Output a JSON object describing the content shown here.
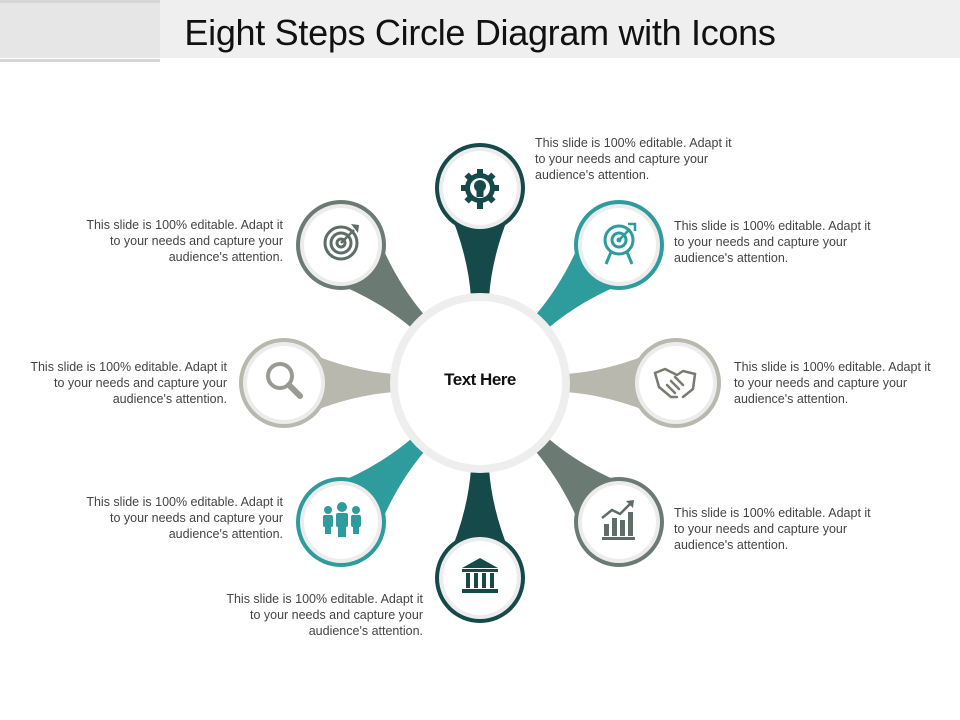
{
  "title": "Eight Steps Circle Diagram with Icons",
  "center": {
    "label": "Text Here"
  },
  "colors": {
    "dark_teal": "#164a4a",
    "teal": "#2e9b9d",
    "slate": "#6b7b74",
    "gray": "#b8b8ae",
    "hub_ring": "#eeeeee",
    "icon_gray": "#666666"
  },
  "steps": [
    {
      "name": "step-top",
      "icon": "lightbulb-gear-icon",
      "color": "dark_teal",
      "text": "This slide is 100% editable. Adapt it to your needs and capture your audience's attention."
    },
    {
      "name": "step-top-right",
      "icon": "target-icon",
      "color": "teal",
      "text": "This slide is 100% editable. Adapt it to your needs and capture your audience's attention."
    },
    {
      "name": "step-right",
      "icon": "handshake-icon",
      "color": "gray",
      "text": "This slide is 100% editable. Adapt it to your needs and capture your audience's attention."
    },
    {
      "name": "step-bottom-right",
      "icon": "growth-chart-icon",
      "color": "slate",
      "text": "This slide is 100% editable. Adapt it to your needs and capture your audience's attention."
    },
    {
      "name": "step-bottom",
      "icon": "bank-building-icon",
      "color": "dark_teal",
      "text": "This slide is 100% editable. Adapt it to your needs and capture your audience's attention."
    },
    {
      "name": "step-bottom-left",
      "icon": "team-icon",
      "color": "teal",
      "text": "This slide is 100% editable. Adapt it to your needs and capture your audience's attention."
    },
    {
      "name": "step-left",
      "icon": "magnifier-icon",
      "color": "gray",
      "text": "This slide is 100% editable. Adapt it to your needs and capture your audience's attention."
    },
    {
      "name": "step-top-left",
      "icon": "dartboard-icon",
      "color": "slate",
      "text": "This slide is 100% editable. Adapt it to your needs and capture your audience's attention."
    }
  ]
}
